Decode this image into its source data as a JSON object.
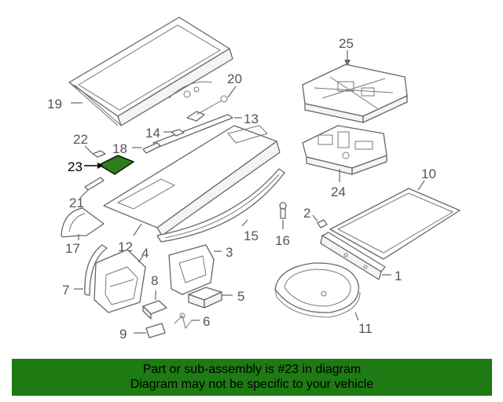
{
  "callouts": {
    "c1": "1",
    "c2": "2",
    "c3": "3",
    "c4": "4",
    "c5": "5",
    "c6": "6",
    "c7": "7",
    "c8": "8",
    "c9": "9",
    "c10": "10",
    "c11": "11",
    "c12": "12",
    "c13": "13",
    "c14": "14",
    "c15": "15",
    "c16": "16",
    "c17": "17",
    "c18": "18",
    "c19": "19",
    "c20": "20",
    "c21": "21",
    "c22": "22",
    "c23": "23",
    "c24": "24",
    "c25": "25"
  },
  "highlight": {
    "part": "23",
    "color": "#2e7d1a"
  },
  "banner": {
    "line1": "Part or sub-assembly is #23 in diagram",
    "line2": "Diagram may not be specific to your vehicle",
    "color": "#1e7a12"
  }
}
